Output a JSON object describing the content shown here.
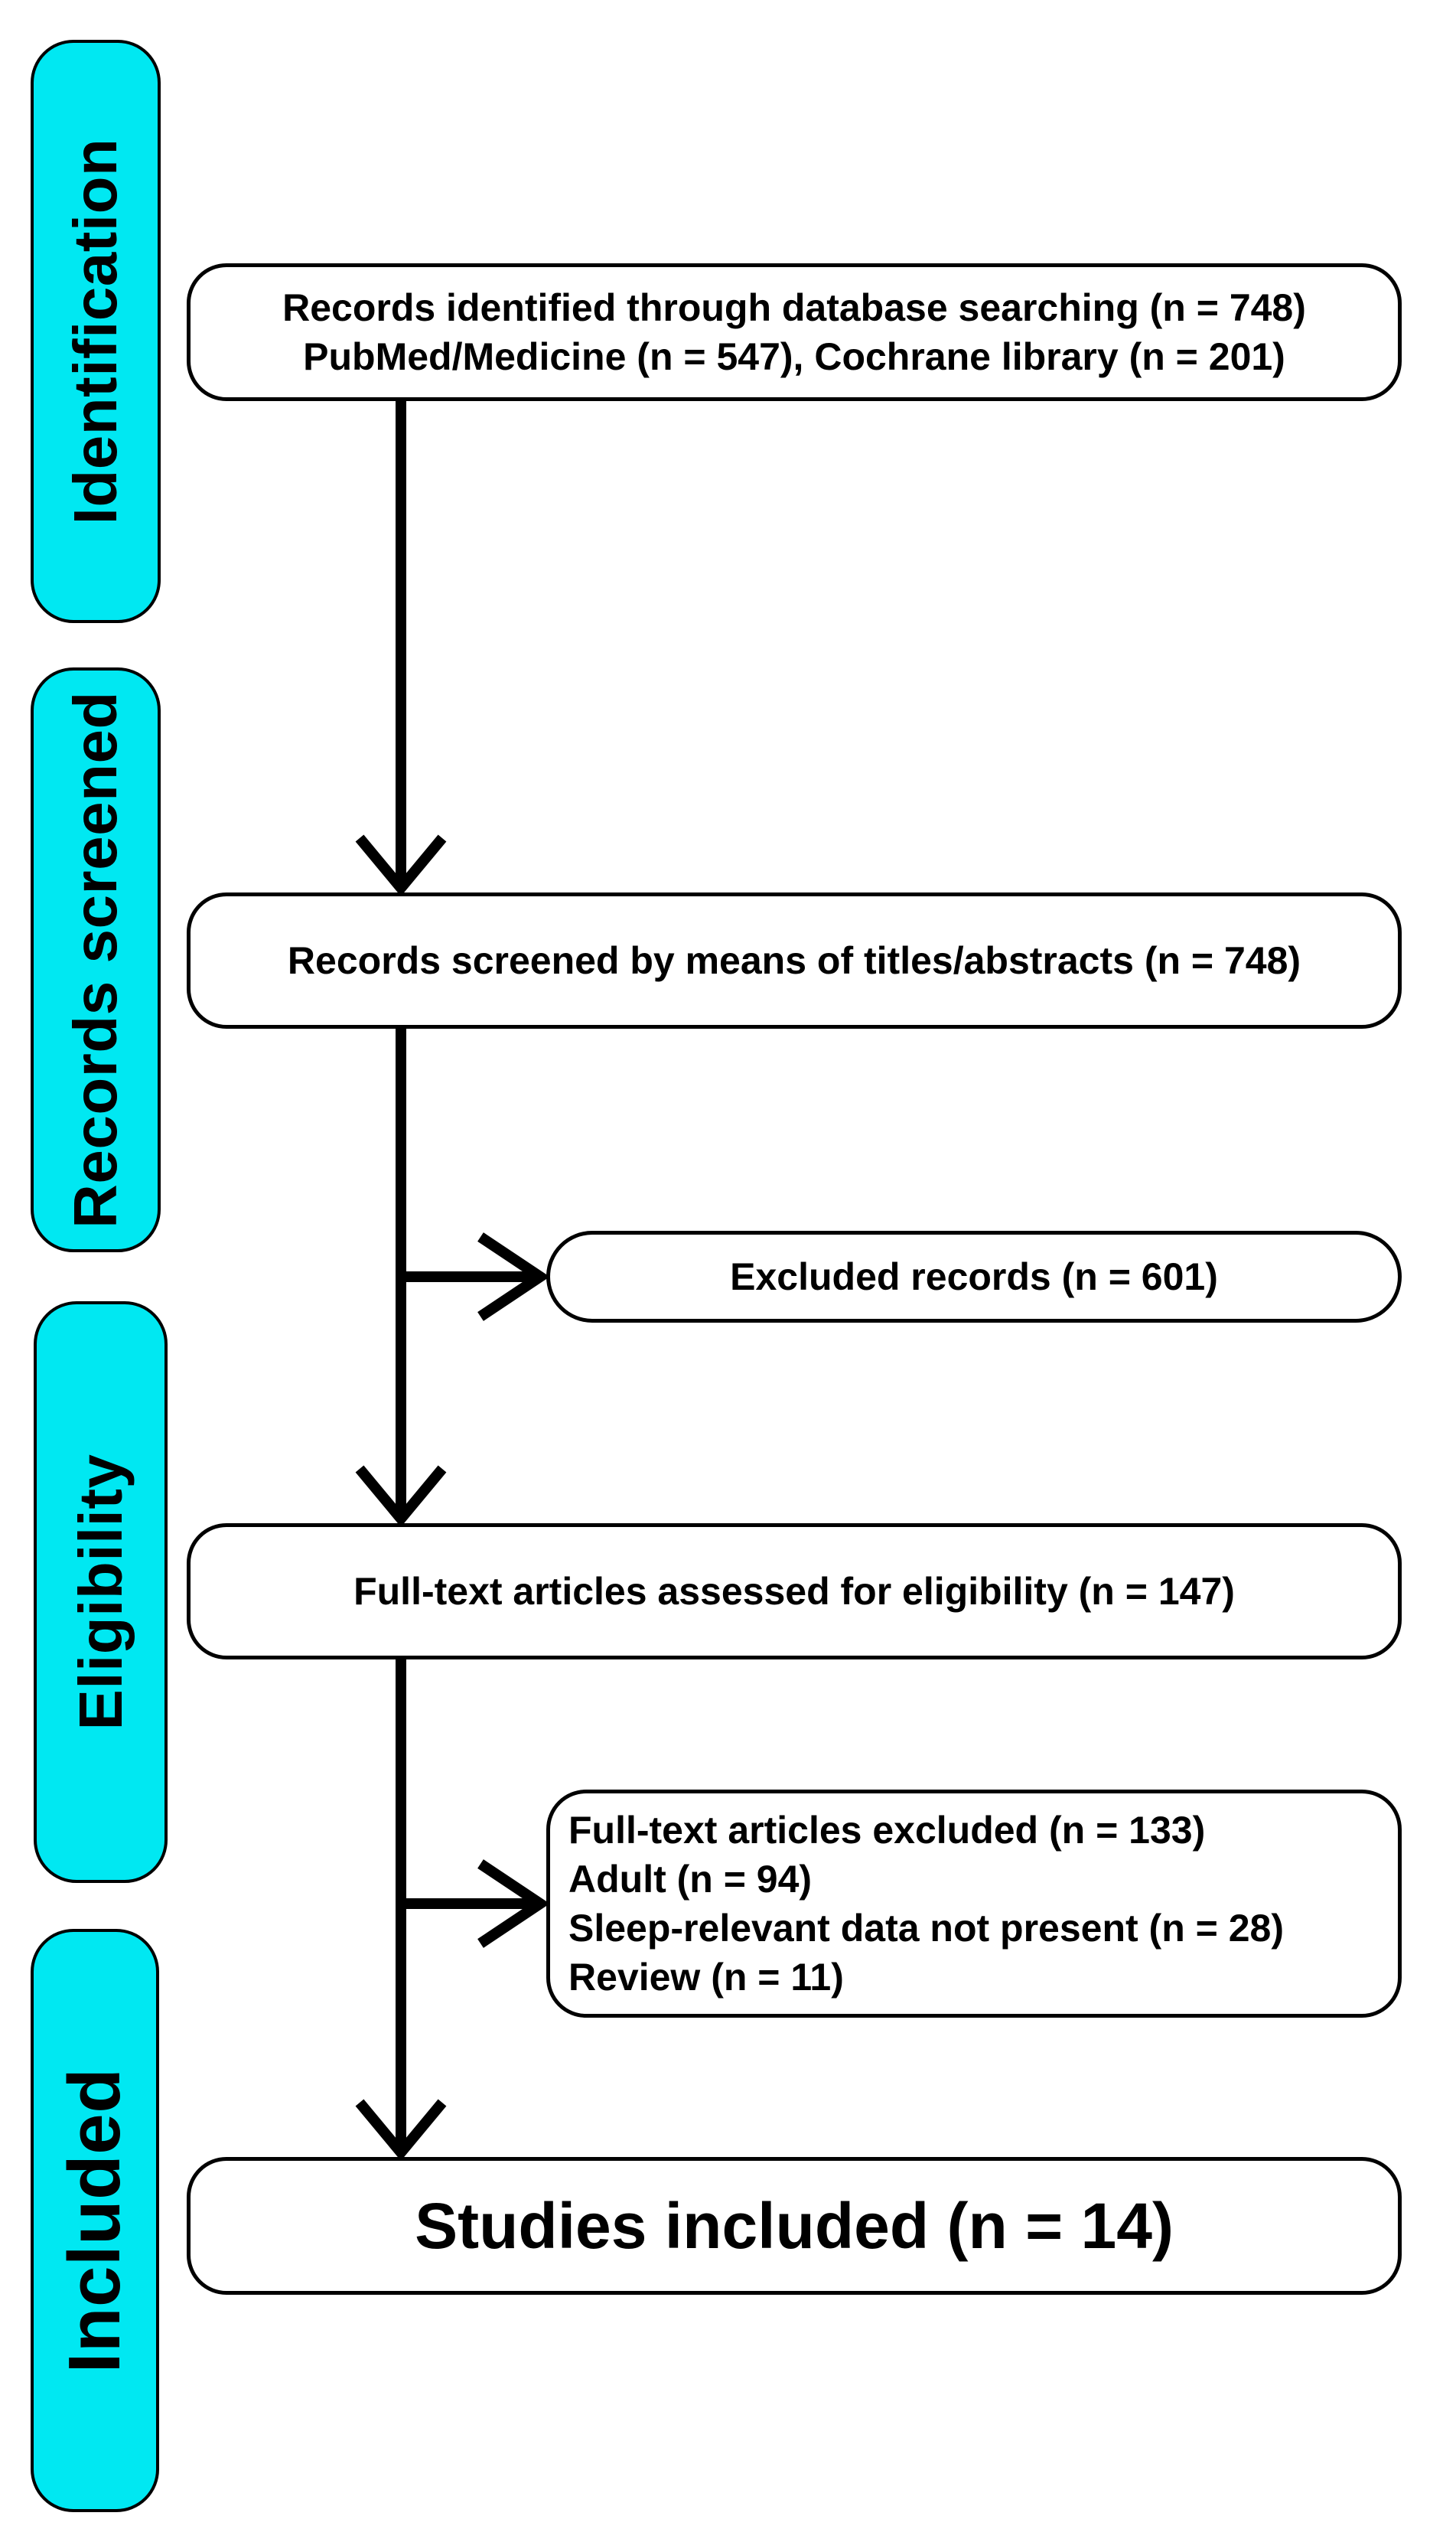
{
  "stages": {
    "identification": "Identification",
    "screened": "Records screened",
    "eligibility": "Eligibility",
    "included": "Included"
  },
  "boxes": {
    "identified": {
      "line1": "Records identified through database searching (n = 748)",
      "line2": "PubMed/Medicine (n = 547), Cochrane library (n = 201)"
    },
    "screened": {
      "line1": "Records screened by means of titles/abstracts (n = 748)"
    },
    "excluded_records": {
      "line1": "Excluded records (n = 601)"
    },
    "full_text_assessed": {
      "line1": "Full-text articles assessed for eligibility (n = 147)"
    },
    "full_text_excluded": {
      "line1": "Full-text articles excluded (n = 133)",
      "line2": "Adult (n = 94)",
      "line3": "Sleep-relevant data not present (n = 28)",
      "line4": "Review (n = 11)"
    },
    "included": {
      "line1": "Studies included (n = 14)"
    }
  },
  "colors": {
    "stage_fill": "#00e8f2",
    "stroke": "#000000",
    "box_fill": "#ffffff"
  }
}
